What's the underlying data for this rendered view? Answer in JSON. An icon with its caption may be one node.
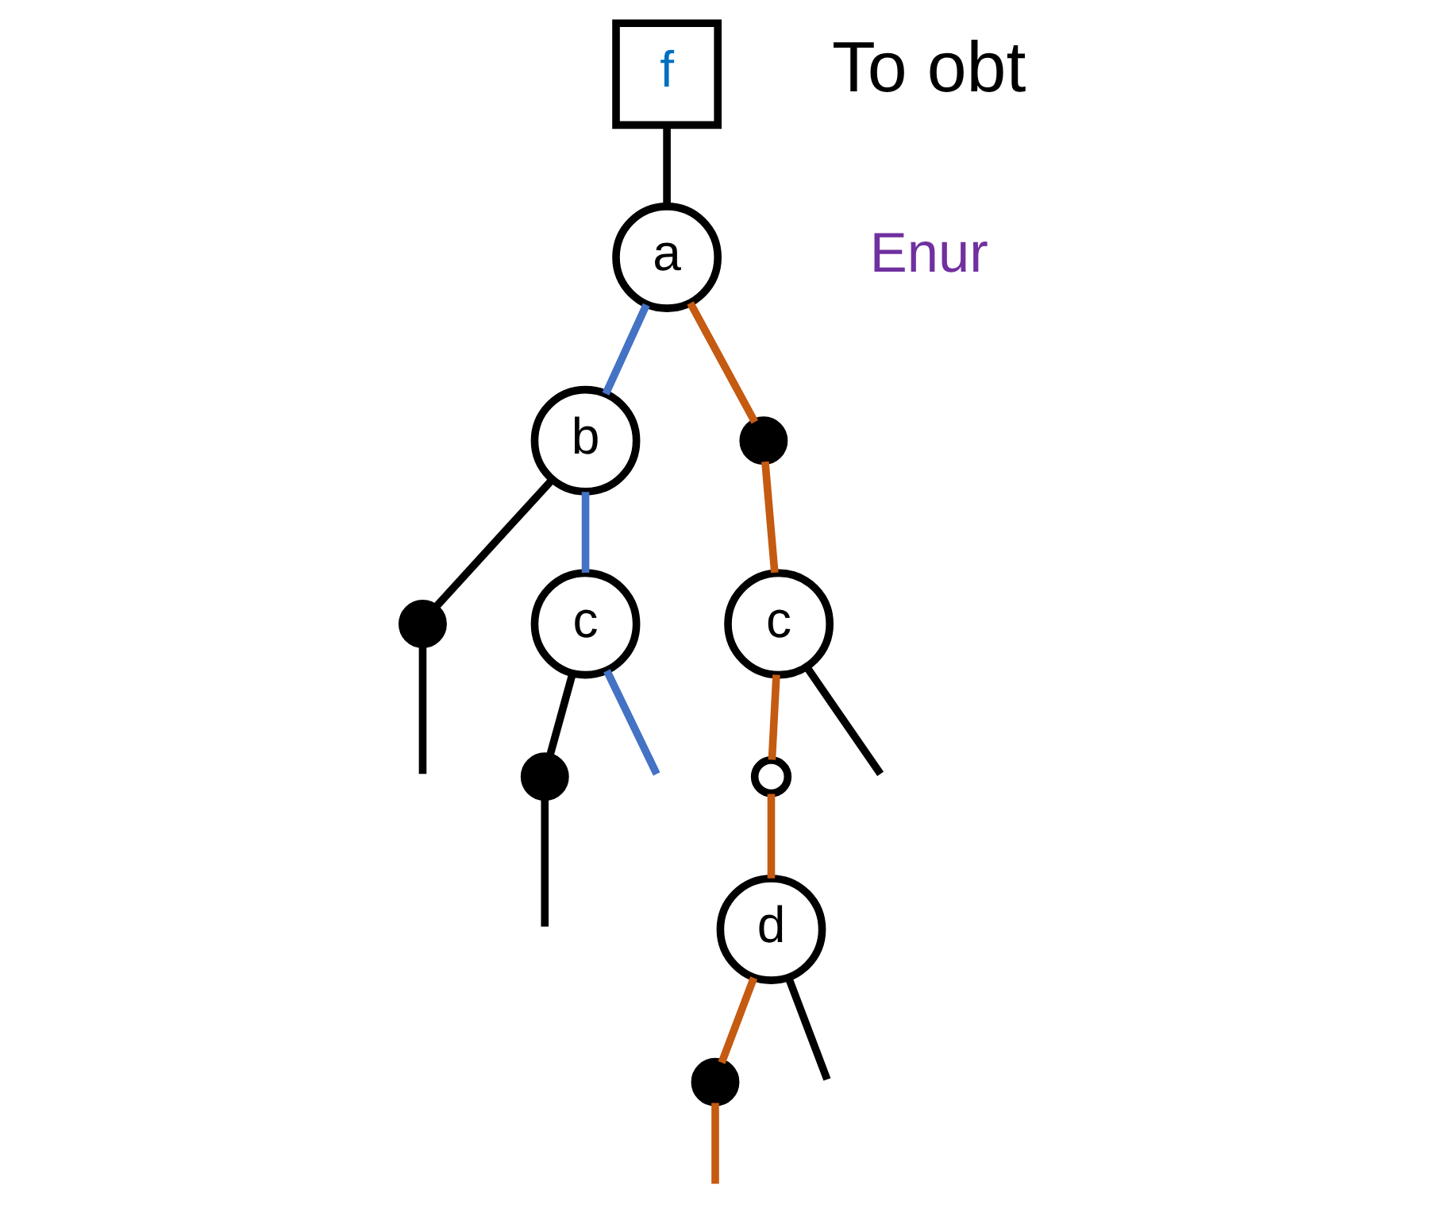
{
  "diagram": {
    "nodes": [
      {
        "text": [
          "f"
        ]
      },
      {
        "text": [
          "a"
        ]
      },
      {
        "text": [
          "b"
        ]
      },
      {
        "text": [],
        "shape": "dot"
      },
      {
        "text": [],
        "shape": "dot"
      },
      {
        "text": [
          "c"
        ]
      },
      {
        "text": [
          "c"
        ]
      },
      {
        "text": [],
        "shape": "dot"
      },
      {
        "text": [],
        "shape": "circle"
      },
      {
        "text": [
          "d"
        ]
      },
      {
        "text": [],
        "shape": "dot"
      }
    ],
    "edges": [
      {
        "from": 0,
        "to": 1,
        "arrow": "none"
      },
      {
        "from": 1,
        "to": 2,
        "arrow": "none",
        "color": "#4472c4"
      },
      {
        "from": 1,
        "to": 3,
        "arrow": "none",
        "color": "#c55a11"
      },
      {
        "from": 2,
        "to": 5,
        "arrow": "none",
        "color": "#4472c4"
      },
      {
        "from": 2,
        "to": 4,
        "arrow": "none"
      },
      {
        "from": 4,
        "to": null,
        "arrow": "none"
      },
      {
        "from": 3,
        "to": 6,
        "arrow": "none",
        "color": "#c55a11"
      },
      {
        "from": 5,
        "to": null,
        "arrow": "none",
        "color": "#4472c4"
      },
      {
        "from": 5,
        "to": 7,
        "arrow": "none"
      },
      {
        "from": 7,
        "to": null,
        "arrow": "none"
      },
      {
        "from": 6,
        "to": null,
        "arrow": "none"
      },
      {
        "from": 6,
        "to": 8,
        "arrow": "none",
        "color": "#c55a11"
      },
      {
        "from": 8,
        "to": 9,
        "arrow": "none",
        "color": "#c55a11"
      },
      {
        "from": 9,
        "to": null,
        "arrow": "none"
      },
      {
        "from": 9,
        "to": 10,
        "arrow": "none",
        "color": "#c55a11"
      },
      {
        "from": 10,
        "to": null,
        "arrow": "none",
        "color": "#c55a11"
      }
    ],
    "labels": [
      "To obt",
      "Enur"
    ]
  }
}
